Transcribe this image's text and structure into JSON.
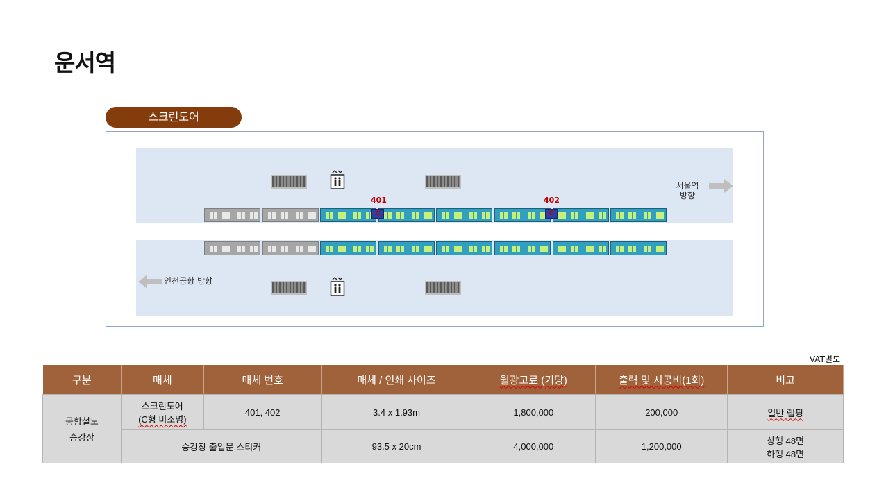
{
  "page": {
    "title": "운서역"
  },
  "section": {
    "pill_label": "스크린도어"
  },
  "diagram": {
    "ad_labels": [
      "401",
      "402"
    ],
    "ad_marker_text": "C",
    "direction_seoul": [
      "서울역",
      "방향"
    ],
    "direction_incheon": "인천공항 방향",
    "colors": {
      "platform": "#dde6f3",
      "train_existing": "#a6a6a6",
      "train_ad": "#31a0c0",
      "window_ad": "#c6f07a",
      "ad_label": "#c00000",
      "arrow": "#bfbfbf"
    },
    "icons": [
      "escalator-icon",
      "elevator-icon",
      "arrow-right-icon",
      "arrow-left-icon"
    ]
  },
  "table": {
    "note": "VAT별도",
    "headers": [
      "구분",
      "매체",
      "매체 번호",
      "매체 / 인쇄 사이즈",
      "월광고료 (기당)",
      "출력 및 시공비(1회)",
      "비고"
    ],
    "category": [
      "공항철도",
      "승강장"
    ],
    "rows": [
      {
        "media": [
          "스크린도어",
          "(C형 비조명)"
        ],
        "number": "401, 402",
        "size": "3.4 x 1.93m",
        "monthly_fee": "1,800,000",
        "install_fee": "200,000",
        "remark": "일반 랩핑"
      },
      {
        "media": "승강장 출입문 스티커",
        "size": "93.5 x 20cm",
        "monthly_fee": "4,000,000",
        "install_fee": "1,200,000",
        "remark": [
          "상행 48면",
          "하행 48면"
        ]
      }
    ],
    "colors": {
      "header_bg": "#a0623a",
      "cell_bg": "#d9d9d9"
    }
  }
}
